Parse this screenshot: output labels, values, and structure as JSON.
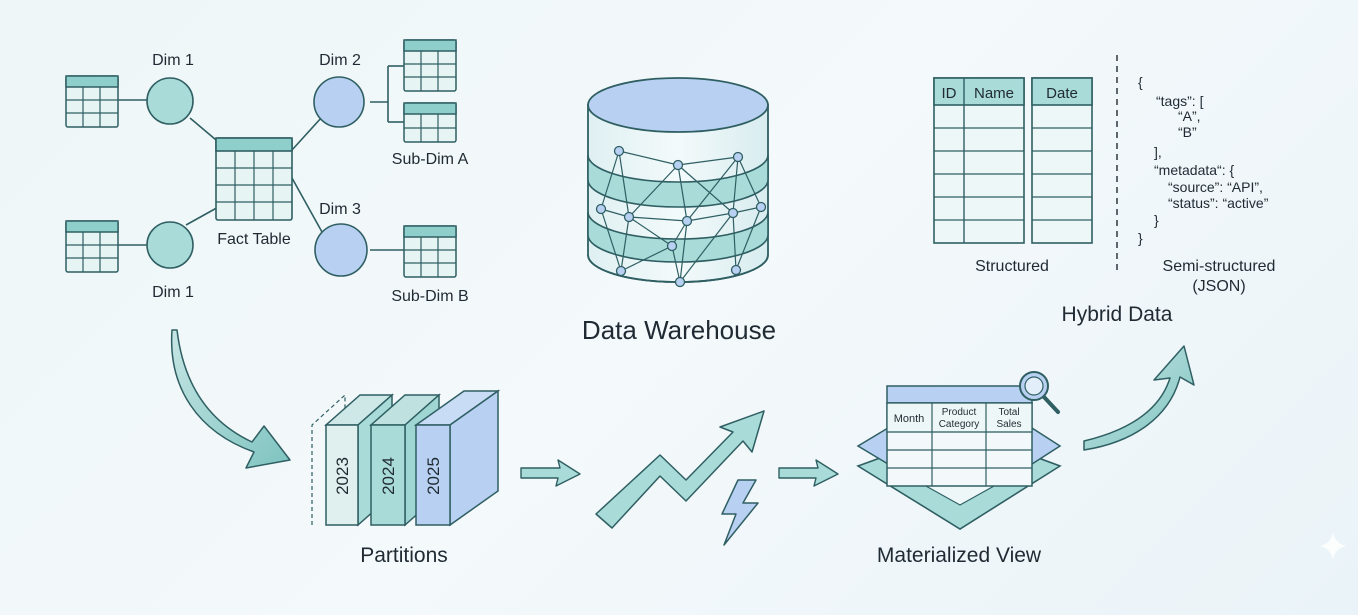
{
  "star_schema": {
    "dim1_top": "Dim 1",
    "dim1_bottom": "Dim 1",
    "dim2": "Dim 2",
    "dim3": "Dim 3",
    "fact_table": "Fact Table",
    "sub_dim_a": "Sub-Dim A",
    "sub_dim_b": "Sub-Dim B"
  },
  "warehouse": {
    "title": "Data Warehouse"
  },
  "hybrid": {
    "col_id": "ID",
    "col_name": "Name",
    "col_date": "Date",
    "structured_label": "Structured",
    "semi_label_1": "Semi-structured",
    "semi_label_2": "(JSON)",
    "title": "Hybrid Data",
    "json_lines": [
      "{",
      "“tags”: [",
      "“A”,",
      "“B”",
      "],",
      "“metadata“: {",
      "“source”: “API”,",
      "“status”: “active”",
      "}",
      "}"
    ]
  },
  "partitions": {
    "years": [
      "2023",
      "2024",
      "2025"
    ],
    "title": "Partitions"
  },
  "materialized_view": {
    "col_month": "Month",
    "col_product_1": "Product",
    "col_product_2": "Category",
    "col_total_1": "Total",
    "col_total_2": "Sales",
    "title": "Materialized View"
  },
  "colors": {
    "teal_fill": "#a9dbd8",
    "teal_light": "#d9efee",
    "teal_mid": "#8fcfcb",
    "blue_fill": "#b8d1f2",
    "stroke": "#2f5f63",
    "text": "#1f2a33"
  }
}
